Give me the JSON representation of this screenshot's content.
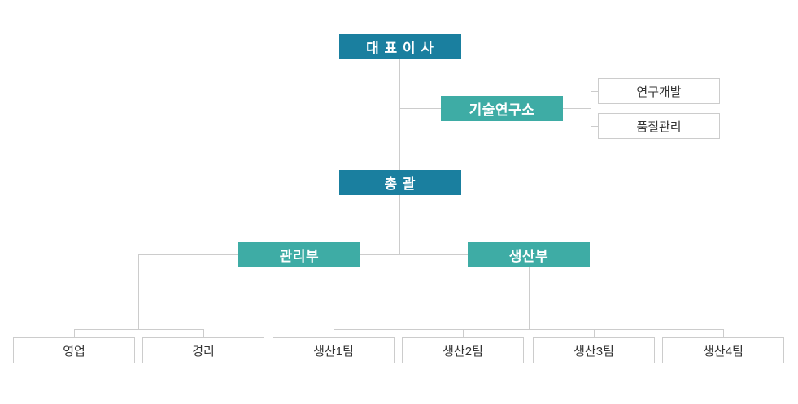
{
  "nodes": {
    "ceo": {
      "label": "대 표 이 사",
      "level": 1
    },
    "tech_research": {
      "label": "기술연구소",
      "level": 2,
      "parent": "ceo"
    },
    "rnd": {
      "label": "연구개발",
      "level": 3,
      "parent": "tech_research"
    },
    "quality": {
      "label": "품질관리",
      "level": 3,
      "parent": "tech_research"
    },
    "general_manager": {
      "label": "총 괄",
      "level": 2,
      "parent": "ceo"
    },
    "management_dept": {
      "label": "관리부",
      "level": 3,
      "parent": "general_manager"
    },
    "production_dept": {
      "label": "생산부",
      "level": 3,
      "parent": "general_manager"
    },
    "sales": {
      "label": "영업",
      "level": 4,
      "parent": "management_dept"
    },
    "accounting": {
      "label": "경리",
      "level": 4,
      "parent": "management_dept"
    },
    "production_team1": {
      "label": "생산1팀",
      "level": 4,
      "parent": "production_dept"
    },
    "production_team2": {
      "label": "생산2팀",
      "level": 4,
      "parent": "production_dept"
    },
    "production_team3": {
      "label": "생산3팀",
      "level": 4,
      "parent": "production_dept"
    },
    "production_team4": {
      "label": "생산4팀",
      "level": 4,
      "parent": "production_dept"
    }
  },
  "colors": {
    "box_dark": "#1a7f9f",
    "box_teal": "#3eaca5",
    "box_border": "#cccccc",
    "line": "#cccccc",
    "text_light": "#ffffff",
    "text_dark": "#333333"
  }
}
